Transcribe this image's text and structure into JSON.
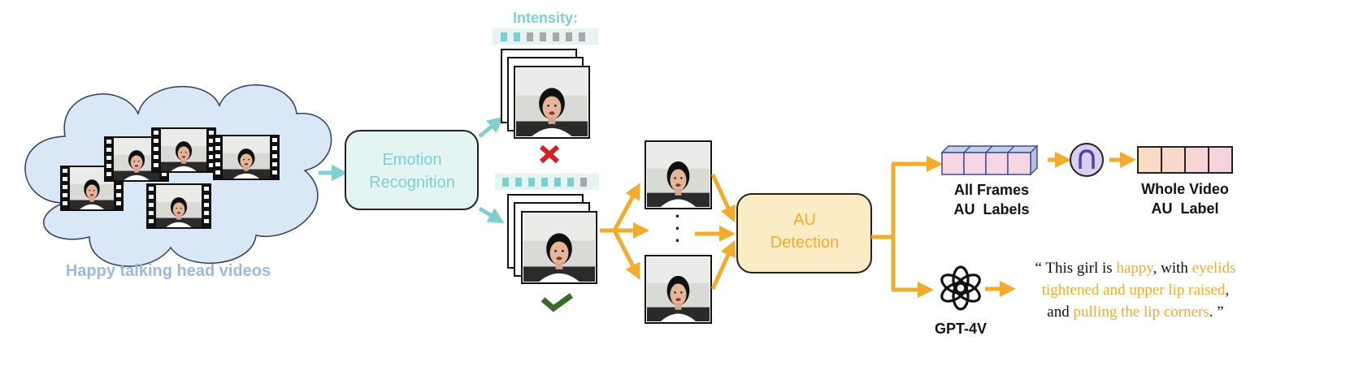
{
  "colors": {
    "teal": "#7fcfcf",
    "teal_fill": "#e3f4f2",
    "orange": "#f2ab2a",
    "orange_fill": "#fcecc6",
    "cloud_fill": "#d9e7f7",
    "cloud_stroke": "#2e3f5c",
    "caption_blue": "#9db8e0",
    "red": "#d1202a",
    "green": "#3a6b2a",
    "cube_front": "#f6d6e2",
    "cube_top": "#c5cde9",
    "cap": "#d7d0f0",
    "highlight": "#f2ab2a"
  },
  "icons": {
    "cross": "cross-icon",
    "check": "check-icon",
    "intersection": "intersection-icon",
    "gpt": "gpt-logo-icon",
    "film": "film-strip-icon"
  },
  "cloud": {
    "caption": "Happy talking head videos"
  },
  "emotion_box": {
    "line1": "Emotion",
    "line2": "Recognition"
  },
  "intensity": {
    "label": "Intensity:"
  },
  "dots": "·\n·\n·",
  "au_box": {
    "line1": "AU",
    "line2": "Detection"
  },
  "all_frames": {
    "line1": "All Frames",
    "line2": "AU  Labels"
  },
  "whole_video": {
    "line1": "Whole Video",
    "line2": "AU  Label"
  },
  "gpt": {
    "label": "GPT-4V"
  },
  "quote": {
    "l1a": "“ This girl is ",
    "l1b": "happy",
    "l1c": ", with ",
    "l1d": "eyelids",
    "l2a": "tightened and upper lip raised",
    "l2b": ",",
    "l3a": "and ",
    "l3b": "pulling the lip corners",
    "l3c": ". ”"
  }
}
